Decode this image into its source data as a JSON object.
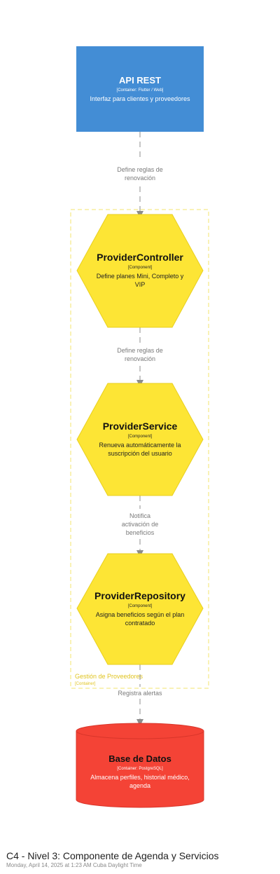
{
  "colors": {
    "api_fill": "#438dd5",
    "component_fill": "#fde535",
    "component_stroke": "#e8cf1f",
    "boundary_stroke": "#f3e56c",
    "boundary_label": "#e0c420",
    "db_fill": "#f44336",
    "db_stroke": "#d8352a",
    "arrow": "#8c8c8c",
    "edge_label": "#7a7a7a"
  },
  "api_rest": {
    "title": "API REST",
    "tech": "[Container: Flutter / Web]",
    "description": "Interfaz para clientes y proveedores"
  },
  "boundary": {
    "label": "Gestión de Proveedores",
    "type": "[Container]"
  },
  "provider_controller": {
    "title": "ProviderController",
    "tech": "[Component]",
    "description_line1": "Define planes Mini, Completo y",
    "description_line2": "VIP"
  },
  "provider_service": {
    "title": "ProviderService",
    "tech": "[Component]",
    "description_line1": "Renueva automáticamente la",
    "description_line2": "suscripción del usuario"
  },
  "provider_repository": {
    "title": "ProviderRepository",
    "tech": "[Component]",
    "description_line1": "Asigna beneficios según el plan",
    "description_line2": "contratado"
  },
  "database": {
    "title": "Base de Datos",
    "tech": "[Container: PostgreSQL]",
    "description_line1": "Almacena perfiles, historial médico,",
    "description_line2": "agenda"
  },
  "edges": {
    "api_to_controller_line1": "Define reglas de",
    "api_to_controller_line2": "renovación",
    "controller_to_service_line1": "Define reglas de",
    "controller_to_service_line2": "renovación",
    "service_to_repository_line1": "Notifica",
    "service_to_repository_line2": "activación de",
    "service_to_repository_line3": "beneficios",
    "repository_to_db": "Registra alertas"
  },
  "footer": {
    "title": "C4 - Nivel 3: Componente de Agenda y Servicios",
    "subtitle": "Monday, April 14, 2025 at 1:23 AM Cuba Daylight Time"
  }
}
